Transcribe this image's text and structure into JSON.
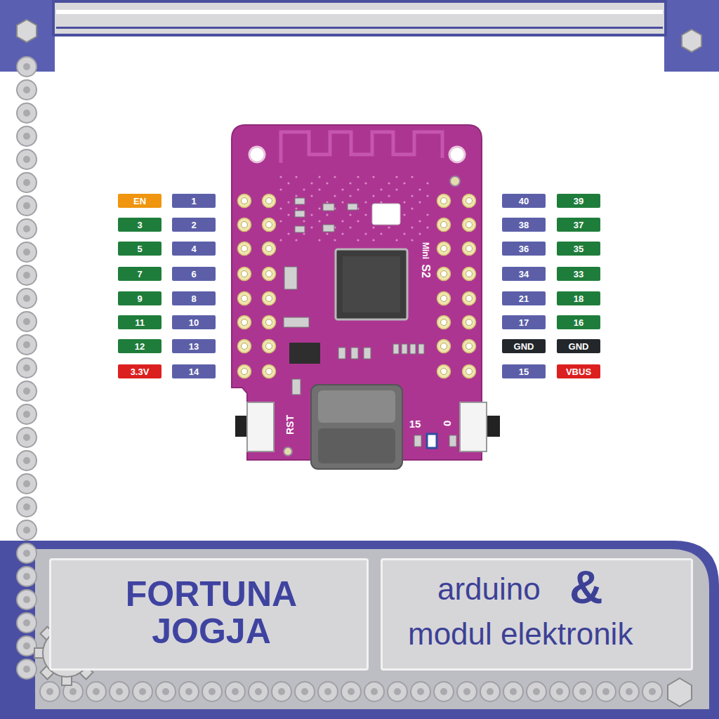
{
  "diagram": {
    "nodes": [
      {
        "text": [
          "EN"
        ]
      },
      {
        "text": [
          "1"
        ]
      },
      {
        "text": [
          "40"
        ]
      },
      {
        "text": [
          "39"
        ]
      },
      {
        "text": [
          "3"
        ]
      },
      {
        "text": [
          "2"
        ]
      },
      {
        "text": [
          "38"
        ]
      },
      {
        "text": [
          "37"
        ]
      },
      {
        "text": [
          "5"
        ]
      },
      {
        "text": [
          "4"
        ]
      },
      {
        "text": [
          "36"
        ]
      },
      {
        "text": [
          "35"
        ]
      },
      {
        "text": [
          "7"
        ]
      },
      {
        "text": [
          "6"
        ]
      },
      {
        "text": [
          "34"
        ]
      },
      {
        "text": [
          "33"
        ]
      },
      {
        "text": [
          "9"
        ]
      },
      {
        "text": [
          "8"
        ]
      },
      {
        "text": [
          "21"
        ]
      },
      {
        "text": [
          "18"
        ]
      },
      {
        "text": [
          "11"
        ]
      },
      {
        "text": [
          "10"
        ]
      },
      {
        "text": [
          "17"
        ]
      },
      {
        "text": [
          "16"
        ]
      },
      {
        "text": [
          "12"
        ]
      },
      {
        "text": [
          "13"
        ]
      },
      {
        "text": [
          "GND"
        ]
      },
      {
        "text": [
          "GND"
        ]
      },
      {
        "text": [
          "3.3V"
        ]
      },
      {
        "text": [
          "14"
        ]
      },
      {
        "text": [
          "15"
        ]
      },
      {
        "text": [
          "VBUS"
        ]
      },
      {
        "text": [
          "FORTUNA JOGJA"
        ]
      },
      {
        "text": [
          "arduino",
          "&",
          "modul elektronik"
        ]
      }
    ],
    "labels": [
      "S2",
      "Mini",
      "RST",
      "15",
      "0"
    ]
  }
}
